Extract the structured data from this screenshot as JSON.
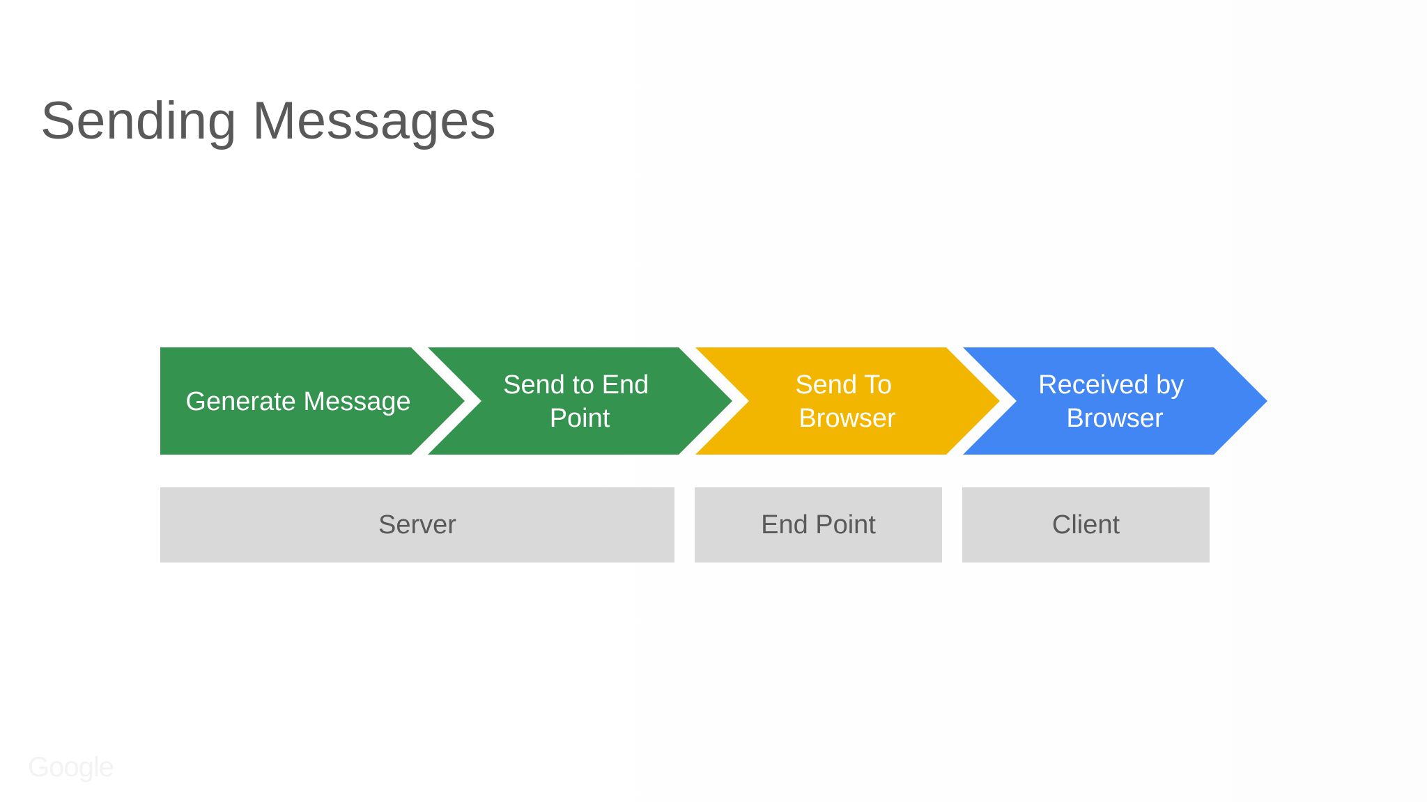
{
  "slide": {
    "title": "Sending Messages"
  },
  "steps": [
    {
      "lines": [
        "Generate Message"
      ],
      "color": "#34934f"
    },
    {
      "lines": [
        "Send to End",
        "Point"
      ],
      "color": "#34934f"
    },
    {
      "lines": [
        "Send To",
        "Browser"
      ],
      "color": "#f2b500"
    },
    {
      "lines": [
        "Received by",
        "Browser"
      ],
      "color": "#4286f4"
    }
  ],
  "groups": [
    {
      "label": "Server"
    },
    {
      "label": "End Point"
    },
    {
      "label": "Client"
    }
  ],
  "logo": {
    "text": "Google"
  },
  "colors": {
    "green": "#34934f",
    "yellow": "#f2b500",
    "blue": "#4286f4",
    "group_box": "#d9d9d9",
    "title": "#595959"
  }
}
